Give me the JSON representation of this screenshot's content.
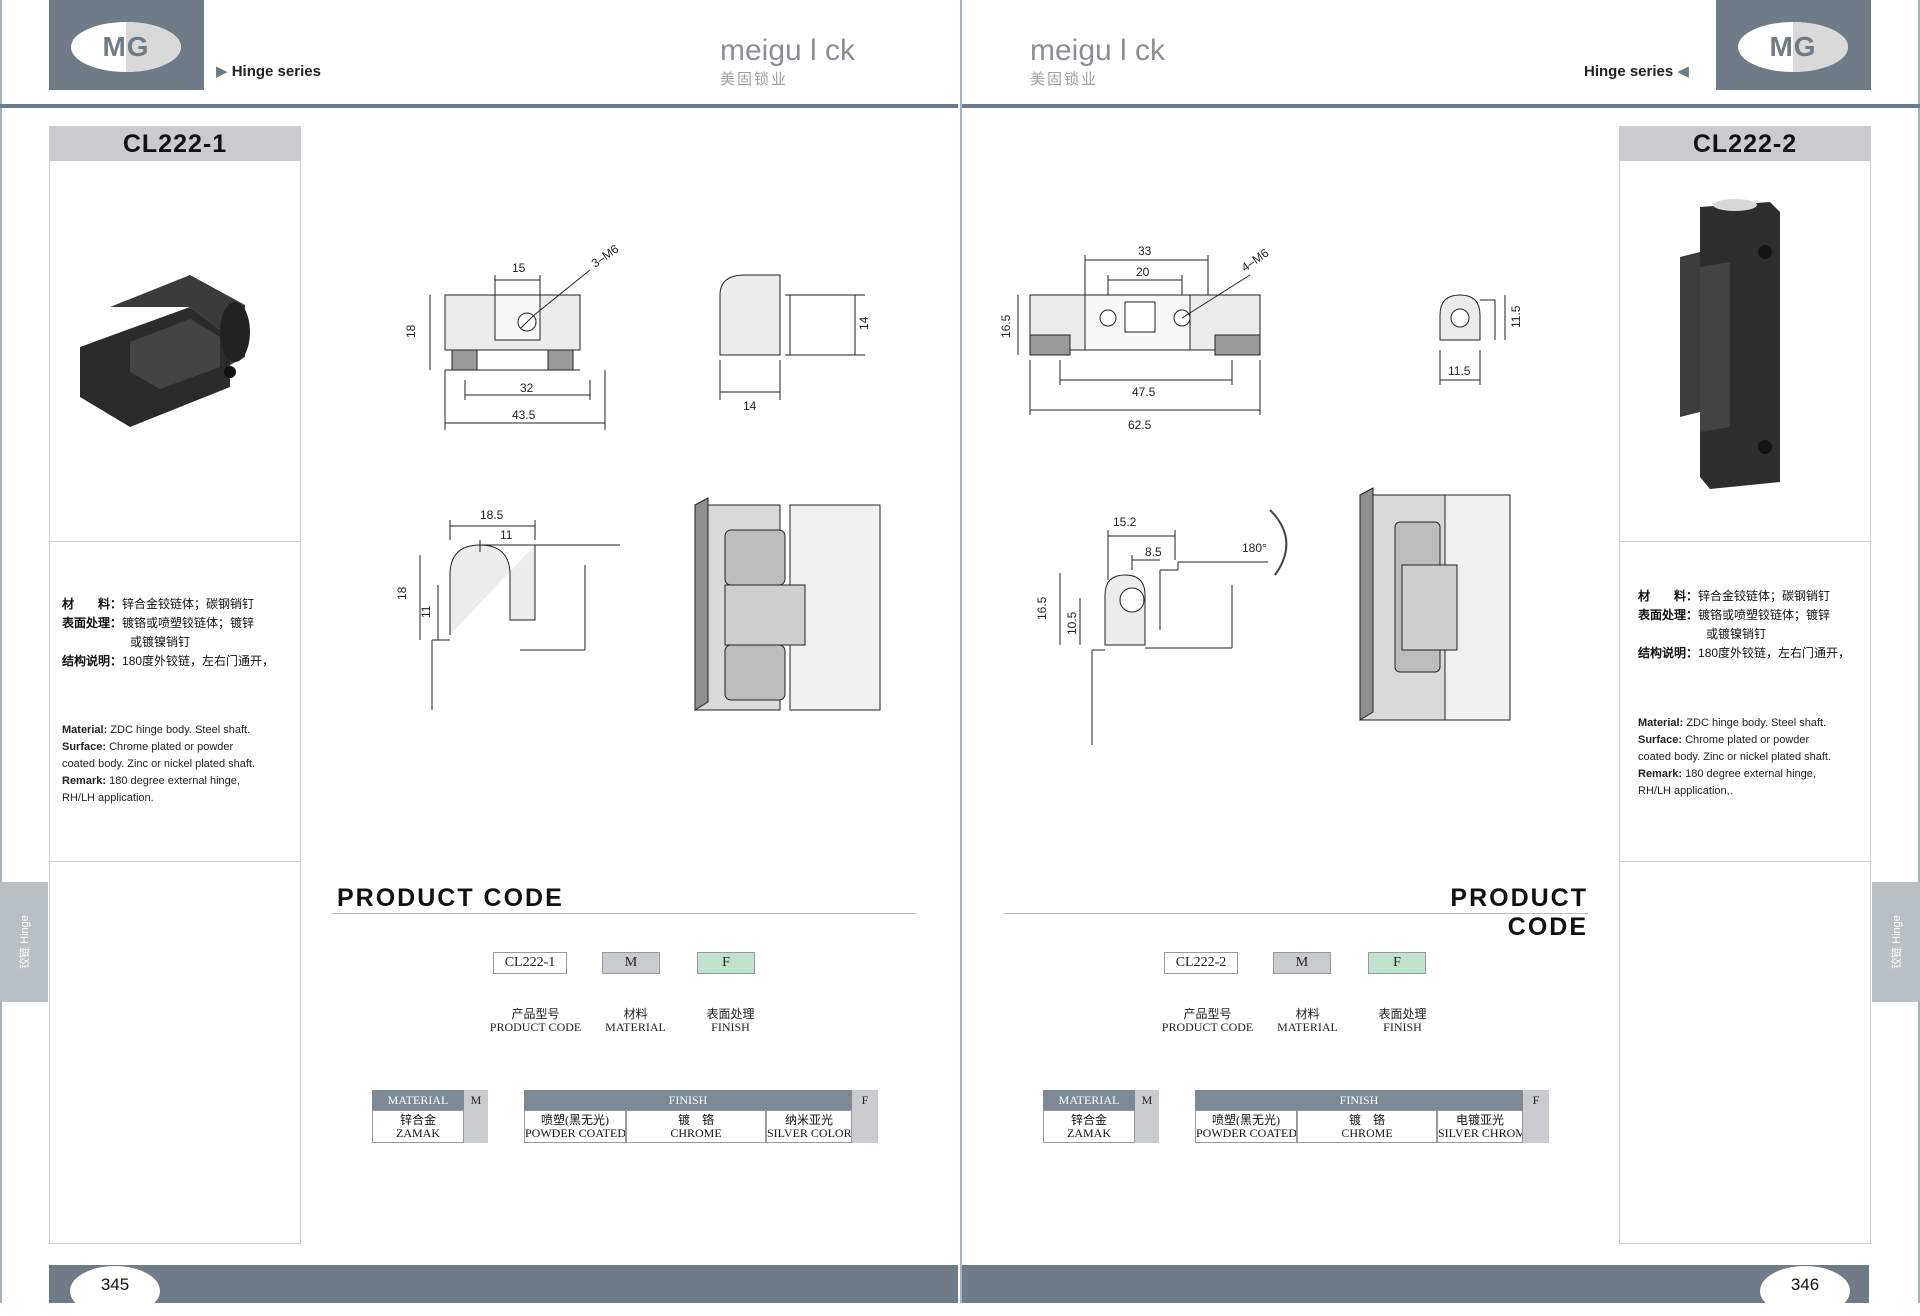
{
  "brand": {
    "logo_text": "MG",
    "name": "meigu l ck",
    "name_cn": "美固锁业",
    "series": "Hinge series"
  },
  "left": {
    "model": "CL222-1",
    "spec_cn": [
      {
        "k": "材　　料：",
        "v": "锌合金铰链体；碳钢销钉"
      },
      {
        "k": "表面处理：",
        "v": "镀铬或喷塑铰链体；镀锌"
      },
      {
        "k": "",
        "v": "或镀镍销钉"
      },
      {
        "k": "结构说明：",
        "v": "180度外铰链，左右门通开，"
      }
    ],
    "spec_en": [
      {
        "k": "Material:",
        "v": " ZDC hinge body. Steel shaft."
      },
      {
        "k": "Surface:",
        "v": " Chrome plated or powder"
      },
      {
        "k": "",
        "v": "coated body. Zinc or nickel plated shaft."
      },
      {
        "k": "Remark:",
        "v": " 180 degree external hinge,"
      },
      {
        "k": "",
        "v": "RH/LH application."
      }
    ],
    "side_tab": "铰链 Hinge",
    "drawing": {
      "d15": "15",
      "screw": "3–M6",
      "d18": "18",
      "d32": "32",
      "d435": "43.5",
      "d14a": "14",
      "d14b": "14",
      "d185": "18.5",
      "d11a": "11",
      "d18b": "18",
      "d11b": "11"
    },
    "product_code": {
      "title": "PRODUCT CODE",
      "boxes": [
        {
          "text": "CL222-1",
          "color": "#ffffff"
        },
        {
          "text": "M",
          "color": "#c8ccd1"
        },
        {
          "text": "F",
          "color": "#bfe3cc"
        }
      ],
      "labels": [
        {
          "cn": "产品型号",
          "en": "PRODUCT CODE"
        },
        {
          "cn": "材料",
          "en": "MATERIAL"
        },
        {
          "cn": "表面处理",
          "en": "FINISH"
        }
      ]
    },
    "material_table": {
      "header": "MATERIAL",
      "code": "M",
      "cells": [
        {
          "cn": "锌合金",
          "en": "ZAMAK"
        }
      ]
    },
    "finish_table": {
      "header": "FINISH",
      "code": "F",
      "cells": [
        {
          "cn": "喷塑(黑无光)",
          "en": "POWDER COATED"
        },
        {
          "cn": "镀　铬",
          "en": "CHROME"
        },
        {
          "cn": "纳米亚光",
          "en": "SILVER COLOR"
        }
      ]
    },
    "page_number": "345"
  },
  "right": {
    "model": "CL222-2",
    "spec_cn": [
      {
        "k": "材　　料：",
        "v": "锌合金铰链体；碳钢销钉"
      },
      {
        "k": "表面处理：",
        "v": "镀铬或喷塑铰链体；镀锌"
      },
      {
        "k": "",
        "v": "或镀镍销钉"
      },
      {
        "k": "结构说明：",
        "v": "180度外铰链，左右门通开，"
      }
    ],
    "spec_en": [
      {
        "k": "Material:",
        "v": " ZDC hinge body. Steel shaft."
      },
      {
        "k": "Surface:",
        "v": " Chrome plated or powder"
      },
      {
        "k": "",
        "v": "coated body. Zinc or nickel plated shaft."
      },
      {
        "k": "Remark:",
        "v": " 180 degree external hinge,"
      },
      {
        "k": "",
        "v": "RH/LH application,."
      }
    ],
    "side_tab": "铰链 Hinge",
    "drawing": {
      "d33": "33",
      "d20": "20",
      "screw": "4–M6",
      "d165": "16.5",
      "d475": "47.5",
      "d625": "62.5",
      "d115a": "11.5",
      "d115b": "11.5",
      "d152": "15.2",
      "d85": "8.5",
      "d165b": "16.5",
      "d105": "10.5",
      "angle": "180°"
    },
    "product_code": {
      "title": "PRODUCT CODE",
      "boxes": [
        {
          "text": "CL222-2",
          "color": "#ffffff"
        },
        {
          "text": "M",
          "color": "#c8ccd1"
        },
        {
          "text": "F",
          "color": "#bfe3cc"
        }
      ],
      "labels": [
        {
          "cn": "产品型号",
          "en": "PRODUCT CODE"
        },
        {
          "cn": "材料",
          "en": "MATERIAL"
        },
        {
          "cn": "表面处理",
          "en": "FINISH"
        }
      ]
    },
    "material_table": {
      "header": "MATERIAL",
      "code": "M",
      "cells": [
        {
          "cn": "锌合金",
          "en": "ZAMAK"
        }
      ]
    },
    "finish_table": {
      "header": "FINISH",
      "code": "F",
      "cells": [
        {
          "cn": "喷塑(黑无光)",
          "en": "POWDER COATED"
        },
        {
          "cn": "镀　铬",
          "en": "CHROME"
        },
        {
          "cn": "电镀亚光",
          "en": "SILVER CHROMIUM"
        }
      ]
    },
    "page_number": "346"
  }
}
